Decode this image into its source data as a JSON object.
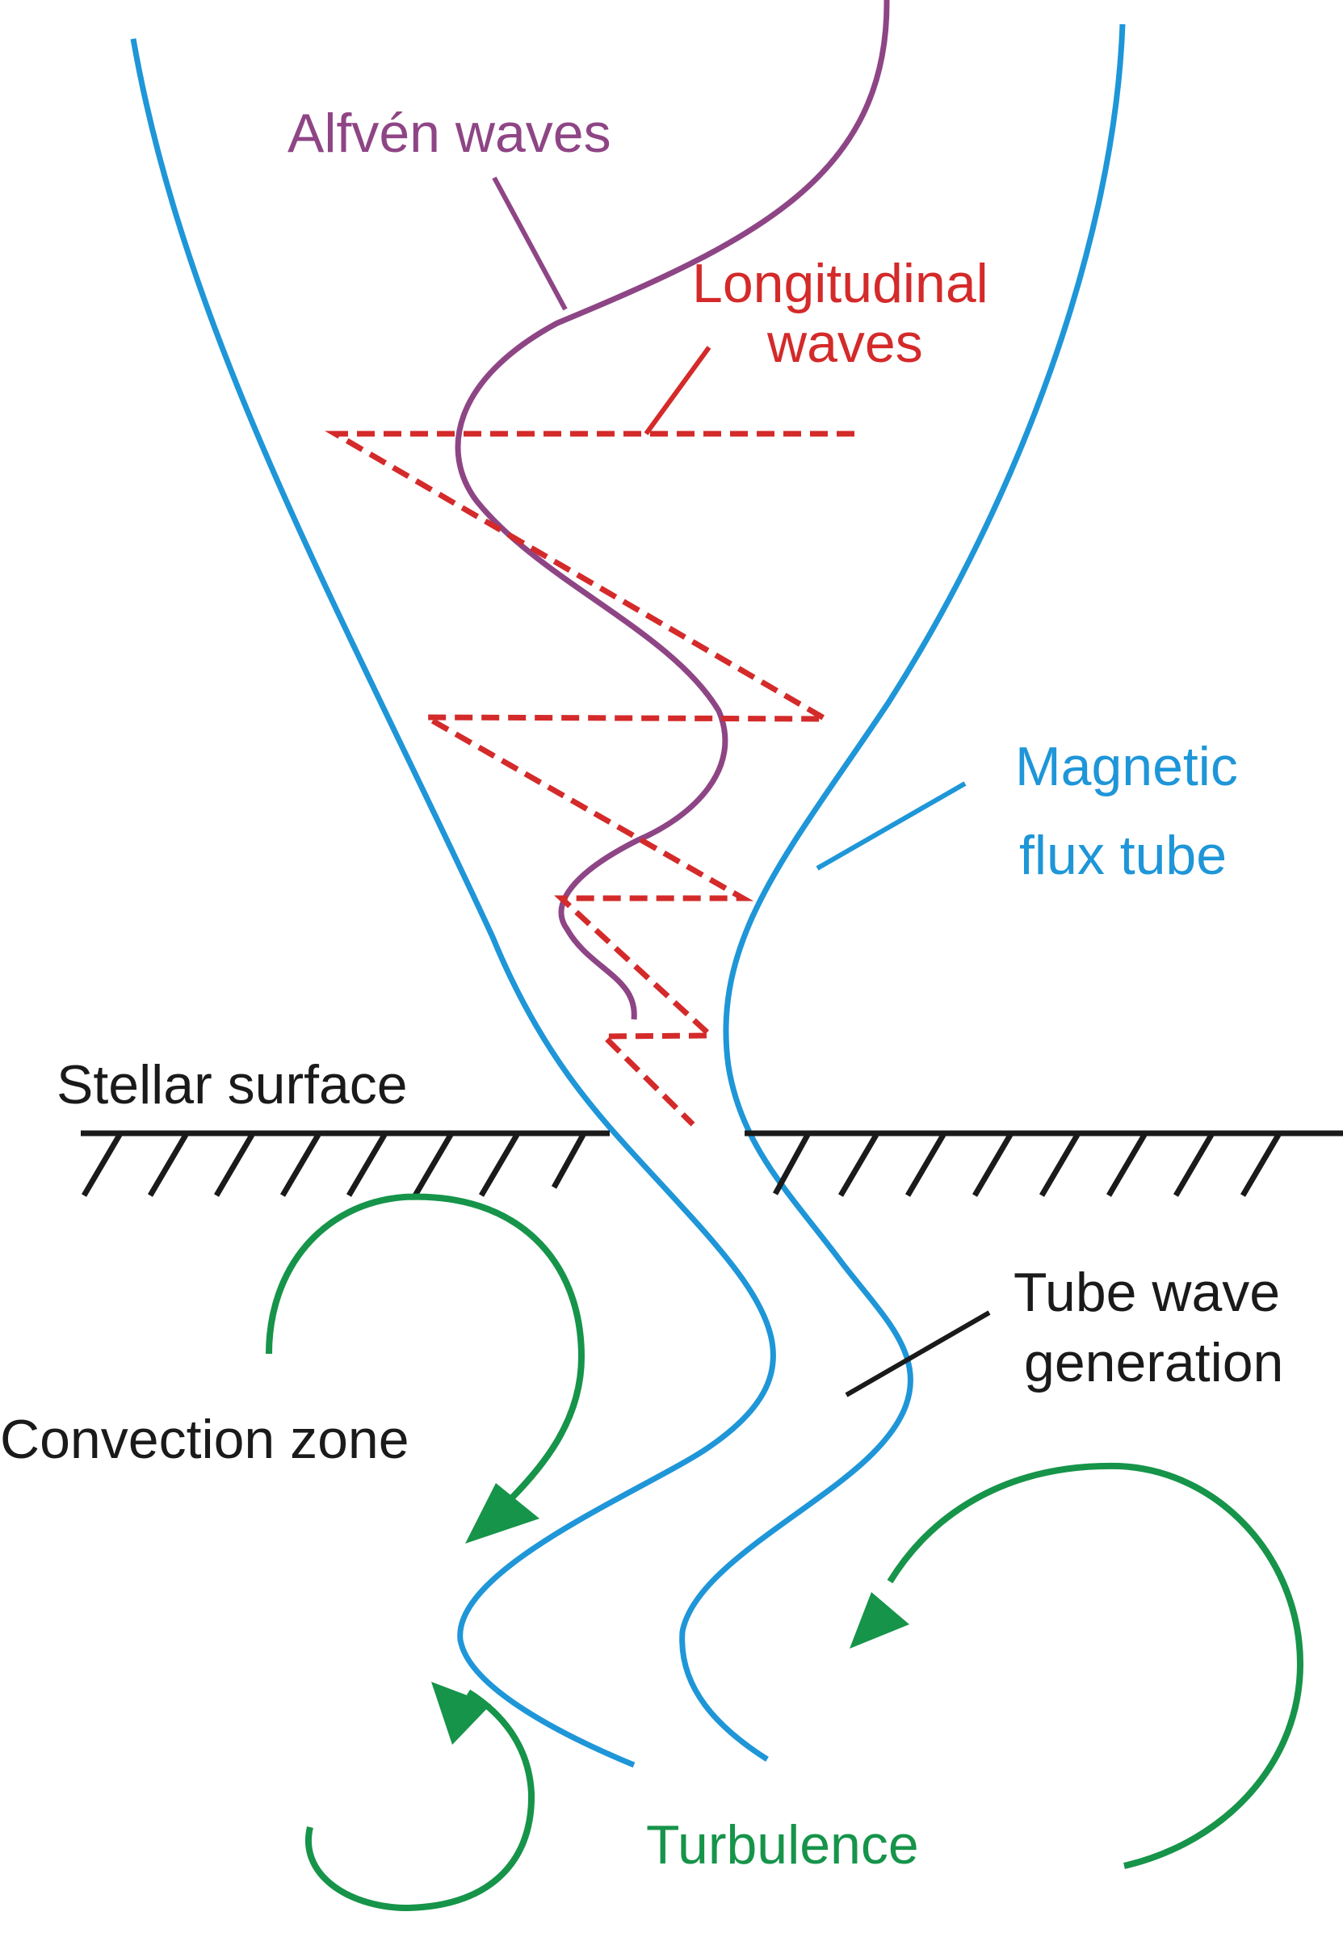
{
  "labels": {
    "alfven": "Alfvén waves",
    "longitudinal_line1": "Longitudinal",
    "longitudinal_line2": "waves",
    "magnetic_line1": "Magnetic",
    "magnetic_line2": "flux tube",
    "stellar_surface": "Stellar surface",
    "tube_wave_line1": "Tube wave",
    "tube_wave_line2": "generation",
    "convection_zone": "Convection zone",
    "turbulence": "Turbulence"
  },
  "colors": {
    "alfven": "#8e4585",
    "longitudinal": "#d42a2a",
    "flux_tube": "#1e96d8",
    "surface": "#1a1a1a",
    "turbulence": "#16944a",
    "text_black": "#1a1a1a"
  }
}
